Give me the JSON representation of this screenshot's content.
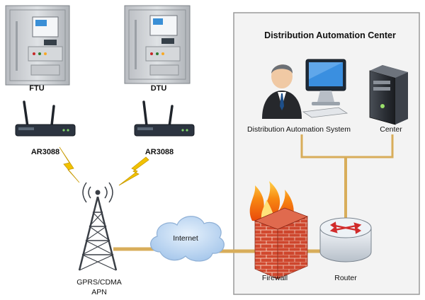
{
  "center": {
    "title": "Distribution Automation Center"
  },
  "devices": {
    "ftu": {
      "label": "FTU",
      "router_label": "AR3088"
    },
    "dtu": {
      "label": "DTU",
      "router_label": "AR3088"
    }
  },
  "tower": {
    "label_line1": "GPRS/CDMA",
    "label_line2": "APN"
  },
  "cloud": {
    "label": "Internet"
  },
  "firewall": {
    "label": "Firewall"
  },
  "router": {
    "label": "Router"
  },
  "system": {
    "label": "Distribution Automation System"
  },
  "server": {
    "label": "Center"
  },
  "colors": {
    "link": "#d8ad5a",
    "lightning": "#f2c200",
    "cabinet": "#c9ccd0",
    "router_body": "#2c3440",
    "cloud": "#bcd6f2",
    "fire": "#f57a10",
    "brick": "#d2492f",
    "center_border": "#9a9a9a",
    "center_fill": "#f2f2f2"
  }
}
